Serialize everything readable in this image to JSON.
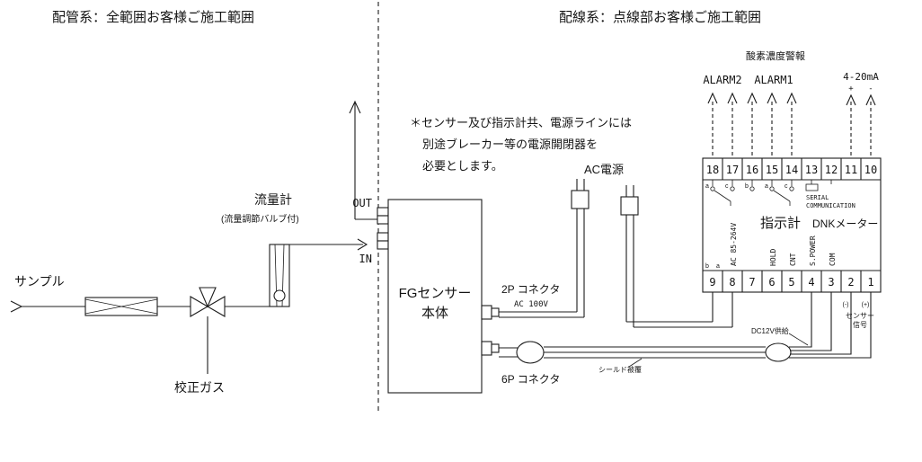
{
  "titles": {
    "left": "配管系：全範囲お客様ご施工範囲",
    "right": "配線系：点線部お客様ご施工範囲"
  },
  "piping": {
    "sample": "サンプル",
    "flow_meter": "流量計",
    "flow_meter_sub": "(流量調節バルブ付)",
    "calibration_gas": "校正ガス",
    "out": "OUT",
    "in": "IN"
  },
  "sensor": {
    "name_line1": "FGセンサー",
    "name_line2": "本体",
    "connector_2p": "2P コネクタ",
    "ac100v": "AC 100V",
    "connector_6p": "6P コネクタ",
    "shield": "シールド被覆"
  },
  "note": {
    "line1": "＊センサー及び指示計共、電源ラインには",
    "line2": "別途ブレーカー等の電源開閉器を",
    "line3": "必要とします。"
  },
  "power": {
    "label": "AC電源"
  },
  "meter": {
    "indicator": "指示計",
    "model": "DNKメーター",
    "alarm_header": "酸素濃度警報",
    "alarm2": "ALARM2",
    "alarm1": "ALARM1",
    "output": "4-20mA",
    "plus": "+",
    "minus": "-",
    "serial1": "SERIAL",
    "serial2": "COMMUNICATION",
    "top_terminals": [
      "18",
      "17",
      "16",
      "15",
      "14",
      "13",
      "12",
      "11",
      "10"
    ],
    "bottom_terminals": [
      "9",
      "8",
      "7",
      "6",
      "5",
      "4",
      "3",
      "2",
      "1"
    ],
    "contacts_alarm2": [
      "a",
      "c"
    ],
    "contacts_alarm1": [
      "b",
      "a",
      "c"
    ],
    "contacts_bottom": [
      "b",
      "a"
    ],
    "labels": {
      "ac": "AC 85-264V",
      "hold": "HOLD",
      "cnt": "CNT",
      "spower": "S.POWER",
      "com": "COM"
    },
    "dc12v": "DC12V供給",
    "signal_minus": "(-)",
    "signal_plus": "(+)",
    "signal_line1": "センサー",
    "signal_line2": "信号"
  }
}
